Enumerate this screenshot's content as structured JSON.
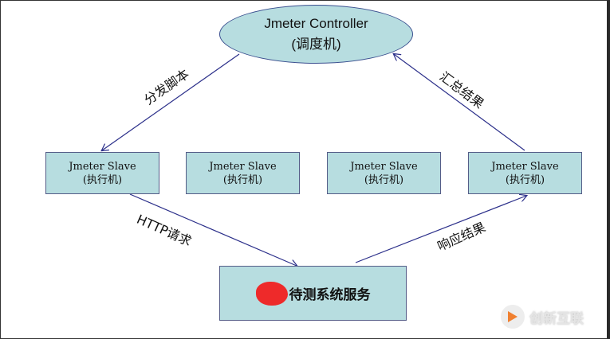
{
  "controller": {
    "line1": "Jmeter Controller",
    "line2": "(调度机)"
  },
  "slaves": [
    {
      "line1": "Jmeter Slave",
      "line2": "(执行机)"
    },
    {
      "line1": "Jmeter Slave",
      "line2": "(执行机)"
    },
    {
      "line1": "Jmeter Slave",
      "line2": "(执行机)"
    },
    {
      "line1": "Jmeter Slave",
      "line2": "(执行机)"
    }
  ],
  "target": {
    "label": "待测系统服务"
  },
  "edges": {
    "distribute": "分发脚本",
    "summarize": "汇总结果",
    "http_request": "HTTP请求",
    "response": "响应结果"
  },
  "watermark": {
    "text": "创新互联"
  },
  "colors": {
    "node_fill": "#b7dde0",
    "arrow": "#2b2f8a",
    "redaction": "#ee2a2a"
  }
}
